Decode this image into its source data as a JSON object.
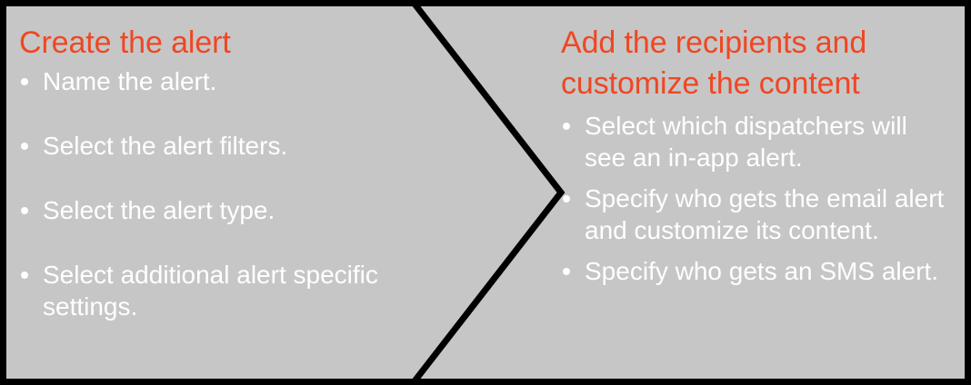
{
  "diagram": {
    "type": "chevron-process",
    "background_color": "#c6c6c6",
    "border_color": "#000000",
    "heading_color": "#ef4723",
    "body_text_color": "#ffffff",
    "divider_icon": "chevron-right-icon",
    "stages": [
      {
        "id": "create-the-alert",
        "heading": "Create the alert",
        "bullets": [
          "Name the alert.",
          "Select the alert filters.",
          "Select the alert type.",
          "Select additional alert specific settings."
        ]
      },
      {
        "id": "add-recipients-customize-content",
        "heading": "Add the recipients and customize the content",
        "bullets": [
          "Select which dispatchers will see an in-app alert.",
          "Specify who gets the email alert and customize its content.",
          "Specify who gets an SMS alert."
        ]
      }
    ]
  }
}
